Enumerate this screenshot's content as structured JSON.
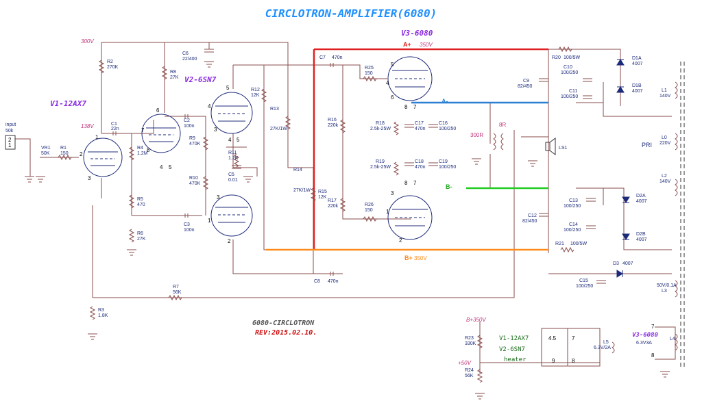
{
  "title": "CIRCLOTRON-AMPLIFIER(6080)",
  "tubes": {
    "v1": "V1-12AX7",
    "v2": "V2-6SN7",
    "v3": "V3-6080",
    "v3_small": "V3-6080",
    "v3_heater": "6.3V3A"
  },
  "rails": {
    "b300": "300V",
    "b138": "138V",
    "a_plus": "A+",
    "a_plus_v": "350V",
    "a_minus": "A-",
    "b_minus": "B-",
    "b_plus": "B+",
    "b_plus_v": "350V",
    "bp350": "B+350V",
    "p50": "+50V"
  },
  "input": {
    "label": "input",
    "value": "50k",
    "pins": [
      "2",
      "1"
    ]
  },
  "parts": {
    "vr1": "VR1",
    "vr1_v": "50K",
    "r1": "R1",
    "r1_v": "150",
    "c1": "C1",
    "c1_v": "22n",
    "r2": "R2",
    "r2_v": "270K",
    "r3": "R3",
    "r3_v": "1.8K",
    "r4": "R4",
    "r4_v": "1.2M",
    "r5": "R5",
    "r5_v": "470",
    "r6": "R6",
    "r6_v": "27K",
    "r7": "R7",
    "r7_v": "56K",
    "r8": "R8",
    "r8_v": "27K",
    "c6": "C6",
    "c6_v": "22/400",
    "c2": "C2",
    "c2_v": "100n",
    "c3": "C3",
    "c3_v": "100n",
    "r9": "R9",
    "r9_v": "470K",
    "r10": "R10",
    "r10_v": "470K",
    "r11": "R11",
    "r11_v": "1.2K",
    "c5": "C5",
    "c5_v": "0.01",
    "r12": "R12",
    "r12_v": "12K",
    "r13": "R13",
    "r13_v": "27K/1W",
    "r14": "R14",
    "r14_v": "27K/1W",
    "r15": "R15",
    "r15_v": "12K",
    "c7": "C7",
    "c7_v": "470n",
    "c8": "C8",
    "c8_v": "470n",
    "r16": "R16",
    "r16_v": "220k",
    "r17": "R17",
    "r17_v": "220k",
    "r25": "R25",
    "r25_v": "150",
    "r26": "R26",
    "r26_v": "150",
    "r18": "R18",
    "r18_v": "2.5k-25W",
    "r19": "R19",
    "r19_v": "2.5k-25W",
    "c17": "C17",
    "c17_v": "470n",
    "c16": "C16",
    "c16_v": "100/250",
    "c18": "C18",
    "c18_v": "470n",
    "c19": "C19",
    "c19_v": "100/250",
    "c9": "C9",
    "c9_v": "82/450",
    "c12": "C12",
    "c12_v": "82/450",
    "r20": "R20",
    "r20_v": "100/5W",
    "r21": "R21",
    "r21_v": "100/5W",
    "c10": "C10",
    "c10_v": "100/250",
    "c11": "C11",
    "c11_v": "100/250",
    "c13": "C13",
    "c13_v": "100/250",
    "c14": "C14",
    "c14_v": "100/250",
    "c15": "C15",
    "c15_v": "100/250",
    "d1a": "D1A",
    "d1a_v": "4007",
    "d1b": "D1B",
    "d1b_v": "4007",
    "d2a": "D2A",
    "d2a_v": "4007",
    "d2b": "D2B",
    "d2b_v": "4007",
    "d3": "D3",
    "d3_v": "4007",
    "l1": "L1",
    "l1_v": "140V",
    "l0": "L0",
    "l0_v": "220V",
    "pri": "PRI",
    "l2": "L2",
    "l2_v": "140V",
    "l3": "L3",
    "l3_v": "50V/0.1A",
    "l4": "L4",
    "l5": "L5",
    "l5_v": "6.3V/2A",
    "ls1": "LS1",
    "out_300r": "300R",
    "out_8r": "8R",
    "r23": "R23",
    "r23_v": "330K",
    "r24": "R24",
    "r24_v": "56K"
  },
  "heater": {
    "line1": "V1-12AX7",
    "line2": "V2-6SN7",
    "line3": "heater",
    "p45": "4.5",
    "p7": "7",
    "p9": "9",
    "p8": "8",
    "l4_top": "7",
    "l4_bot": "8"
  },
  "footer": {
    "name": "6080-CIRCLOTRON",
    "rev": "REV:2015.02.10."
  },
  "pins": {
    "v1a_1": "1",
    "v1a_2": "2",
    "v1a_3": "3",
    "v1b_6": "6",
    "v1b_7": "7",
    "v1b_8": "8",
    "v1b_4": "4",
    "v1b_5": "5",
    "v2a_5": "5",
    "v2a_4": "4",
    "v2a_3": "3",
    "v2b_3": "3",
    "v2b_1": "1",
    "v2b_2": "2",
    "v2_h4": "4",
    "v2_h5": "5",
    "v3a_5": "5",
    "v3a_4": "4",
    "v3a_6": "6",
    "v3a_8": "8",
    "v3a_7": "7",
    "v3b_3": "3",
    "v3b_1": "1",
    "v3b_2": "2",
    "v3b_8": "8",
    "v3b_7": "7"
  },
  "colors": {
    "red": "#e02020",
    "blue": "#2a7fd4",
    "green": "#22cc22",
    "orange": "#ff8c1a",
    "wire": "#8a4b4b",
    "tube": "#1c2a7a",
    "title": "#1e90ff",
    "tube_label": "#8a2be2",
    "rail": "#c0347a",
    "rev": "#d01010"
  }
}
